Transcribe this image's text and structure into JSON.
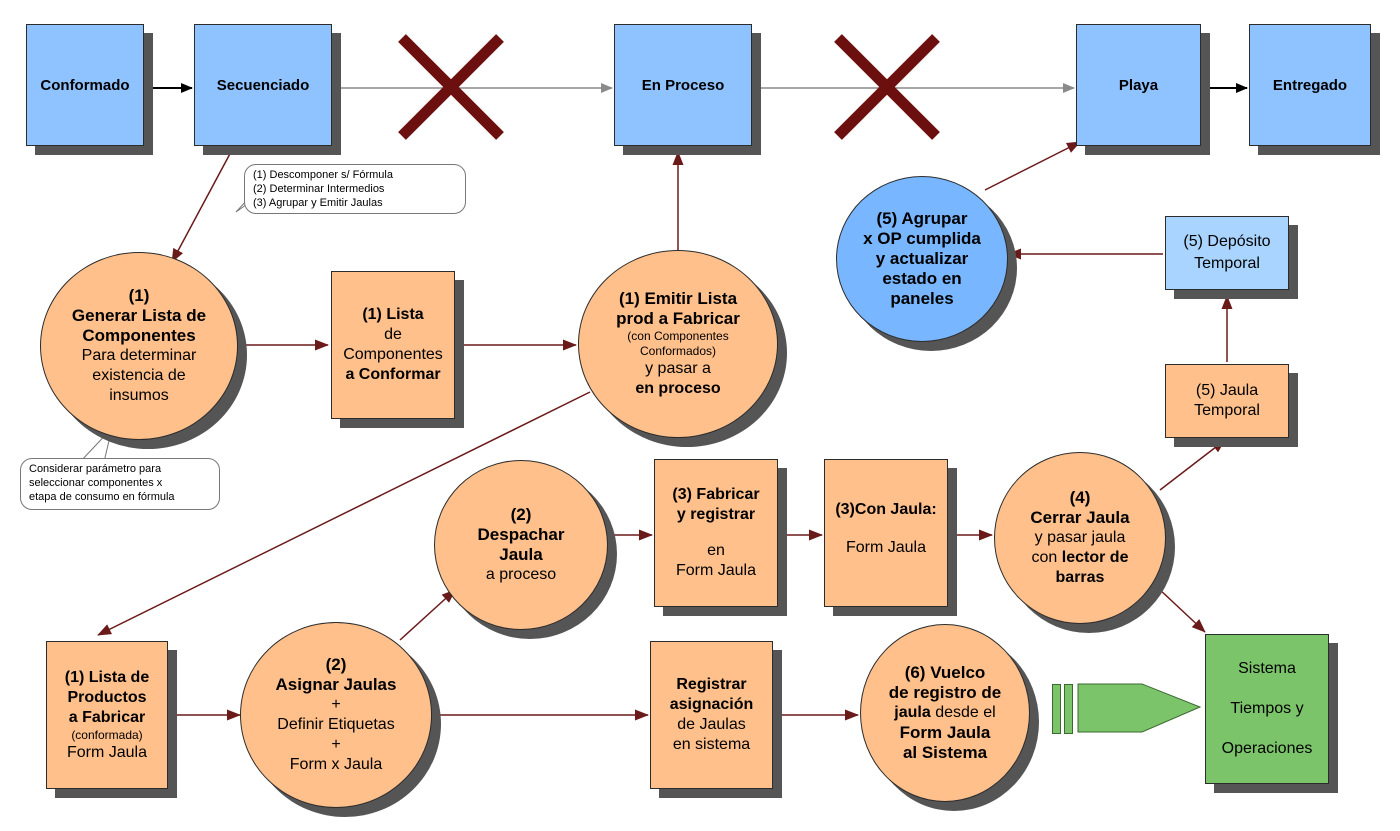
{
  "states": {
    "conformado": "Conformado",
    "secuenciado": "Secuenciado",
    "en_proceso": "En Proceso",
    "playa": "Playa",
    "entregado": "Entregado"
  },
  "callouts": {
    "secuenciado_note": [
      "(1) Descomponer s/ Fórmula",
      "(2) Determinar Intermedios",
      "(3) Agrupar y Emitir Jaulas"
    ],
    "consumo_note": [
      "Considerar parámetro para",
      "seleccionar componentes x",
      "etapa de consumo en fórmula"
    ]
  },
  "nodes": {
    "generar_lista": [
      "(1)",
      "Generar Lista de",
      "Componentes",
      "Para determinar",
      "existencia de",
      "insumos"
    ],
    "lista_conformar": [
      "(1) Lista",
      "de",
      "Componentes",
      "a Conformar"
    ],
    "emitir_lista": [
      "(1) Emitir Lista",
      "prod a Fabricar",
      "(con Componentes",
      "Conformados)",
      "y pasar a",
      "en proceso"
    ],
    "agrupar_op": [
      "(5) Agrupar",
      "x OP cumplida",
      "y actualizar",
      "estado en",
      "paneles"
    ],
    "deposito": [
      "(5) Depósito",
      "Temporal"
    ],
    "jaula_temporal": [
      "(5) Jaula",
      "Temporal"
    ],
    "despachar": [
      "(2)",
      "Despachar",
      "Jaula",
      "a proceso"
    ],
    "fabricar": [
      "(3) Fabricar",
      "y registrar",
      "en",
      "Form Jaula"
    ],
    "con_jaula": [
      "(3)Con Jaula:",
      "Form Jaula"
    ],
    "cerrar_jaula": [
      "(4)",
      "Cerrar Jaula",
      "y pasar jaula",
      "con",
      "lector de",
      "barras"
    ],
    "lista_productos": [
      "(1) Lista de",
      "Productos",
      "a Fabricar",
      "(conformada)",
      "Form Jaula"
    ],
    "asignar": [
      "(2)",
      "Asignar Jaulas",
      "+",
      "Definir Etiquetas",
      "+",
      "Form x Jaula"
    ],
    "registrar": [
      "Registrar",
      "asignación",
      "de Jaulas",
      "en sistema"
    ],
    "vuelco": [
      "(6) Vuelco",
      "de registro de",
      "jaula",
      "desde el",
      "Form Jaula",
      "al Sistema"
    ],
    "sistema": [
      "Sistema",
      "Tiempos y",
      "Operaciones"
    ]
  },
  "colors": {
    "state_fill": "#8fc3ff",
    "task_fill": "#ffc08c",
    "blocked_cross": "#6b0f0f",
    "connector": "#6b1a1a",
    "system_fill": "#7cc46a"
  }
}
